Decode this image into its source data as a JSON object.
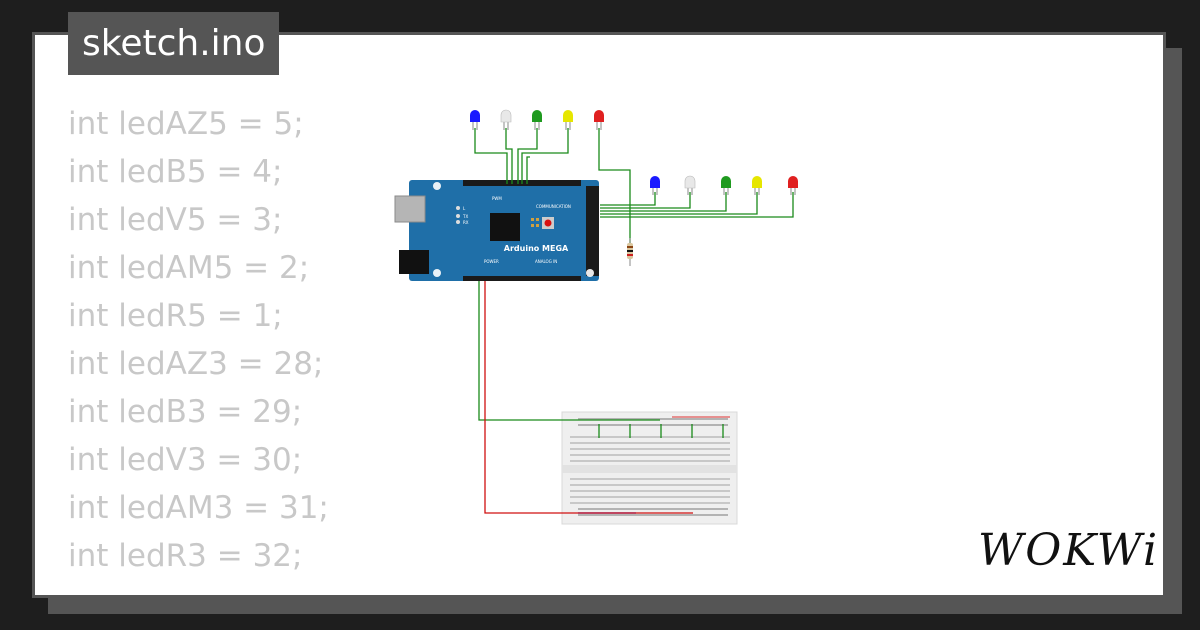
{
  "file_tab": {
    "label": "sketch.ino"
  },
  "code_lines": [
    "int ledAZ5 = 5;",
    "int ledB5 = 4;",
    "int ledV5 = 3;",
    "int ledAM5 = 2;",
    "int ledR5 = 1;",
    "int ledAZ3 = 28;",
    "int ledB3 = 29;",
    "int ledV3 = 30;",
    "int ledAM3 = 31;",
    "int ledR3 = 32;"
  ],
  "board": {
    "name": "Arduino MEGA",
    "pwm_label": "PWM",
    "communication_label": "COMMUNICATION",
    "power_label": "POWER",
    "analog_label": "ANALOG IN",
    "led_l": "L",
    "led_tx": "TX",
    "led_rx": "RX",
    "color": "#1f6fa8"
  },
  "led_colors": {
    "blue": "#1a1aff",
    "white": "#e8e8e8",
    "green": "#1f9a1f",
    "yellow": "#e6e600",
    "red": "#e02020"
  },
  "wire_colors": {
    "signal": "#1a8a1a",
    "power": "#d01010"
  },
  "brand": {
    "logo": "WOKWi"
  }
}
